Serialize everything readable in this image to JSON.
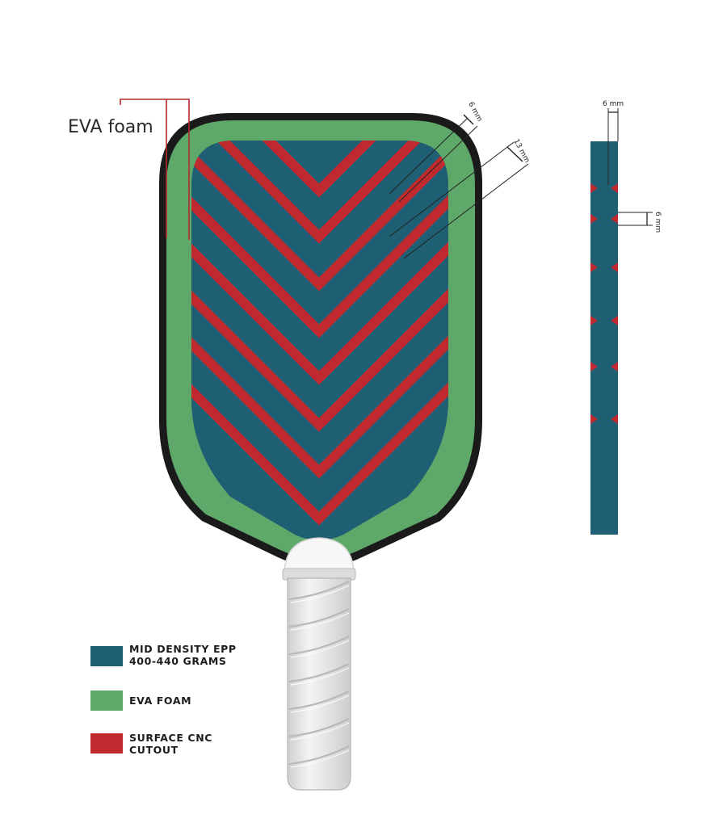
{
  "callout": {
    "label": "EVA foam"
  },
  "dimensions": {
    "face_stripe_gap": "6 mm",
    "face_stripe_width": "13 mm",
    "side_top": "6 mm",
    "side_notch": "6 mm"
  },
  "legend": [
    {
      "line1": "MID DENSITY EPP",
      "line2": "400-440 GRAMS",
      "color": "#1e5f74"
    },
    {
      "line1": "EVA FOAM",
      "line2": "",
      "color": "#5ea86a"
    },
    {
      "line1": "SURFACE CNC",
      "line2": "CUTOUT",
      "color": "#c02a2e"
    }
  ],
  "colors": {
    "epp": "#1e5f74",
    "eva": "#5ea86a",
    "cnc": "#c02a2e",
    "edge": "#1a1a1a",
    "grip": "#e9e9e9",
    "callout_line": "#b22a2e"
  },
  "icons": {
    "grip": "handle-grip",
    "paddle": "pickleball-paddle"
  }
}
